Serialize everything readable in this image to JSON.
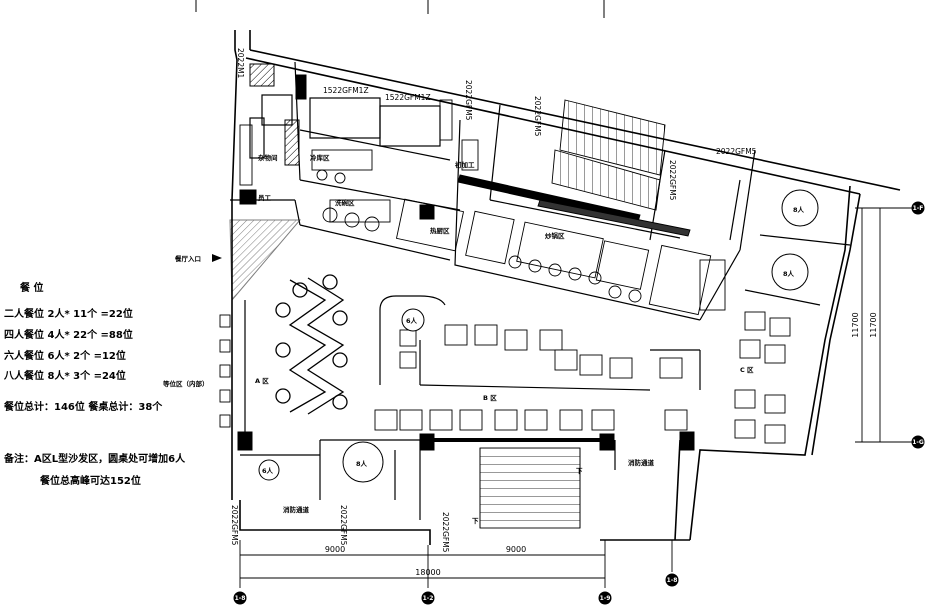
{
  "seating": {
    "heading": "餐  位",
    "rows": [
      "二人餐位  2人* 11个 =22位",
      "四人餐位  4人* 22个 =88位",
      "六人餐位  6人* 2个 =12位",
      "八人餐位  8人* 3个 =24位"
    ],
    "total": "餐位总计：146位    餐桌总计：38个",
    "note_line1": "备注：A区L型沙发区，圆桌处可增加6人",
    "note_line2": "餐位总高峰可达152位"
  },
  "labels": {
    "entrance": "餐厅入口",
    "waiting": "等位区（内部）",
    "zone_a": "A 区",
    "zone_b": "B 区",
    "zone_c": "C 区",
    "round_8a": "8人",
    "round_8b": "8人",
    "round_8c": "8人",
    "round_6a": "6人",
    "round_6b": "6人",
    "room_storage": "杂物间",
    "room_staff": "员工",
    "room_cold": "冷库区",
    "room_prep": "初加工",
    "room_wash": "洗碗区",
    "room_hot": "热厨区",
    "room_cook": "炒锅区",
    "room_mech": "消防通道",
    "room_mech2": "消防通道",
    "stair_mark": "下",
    "stair_mark2": "下"
  },
  "doors": {
    "d1": "2022M1",
    "d2": "1522GFM1Z",
    "d3": "1522GFM1Z",
    "d4": "2022GFM5",
    "d5": "2022GFM5",
    "d6": "2022GFM5",
    "d7": "2022GFM5",
    "d8": "2022GFM5",
    "d9": "2022GFM5",
    "d10": "2022GFM5"
  },
  "dimensions": {
    "left_span": "9000",
    "right_span": "9000",
    "total_span": "18000",
    "vert_a": "11700",
    "vert_b": "11700"
  },
  "axes": {
    "a1": "1-8",
    "a2": "1-2",
    "a3": "1-9",
    "a4": "1-8",
    "a5": "1-F",
    "a6": "1-G"
  }
}
